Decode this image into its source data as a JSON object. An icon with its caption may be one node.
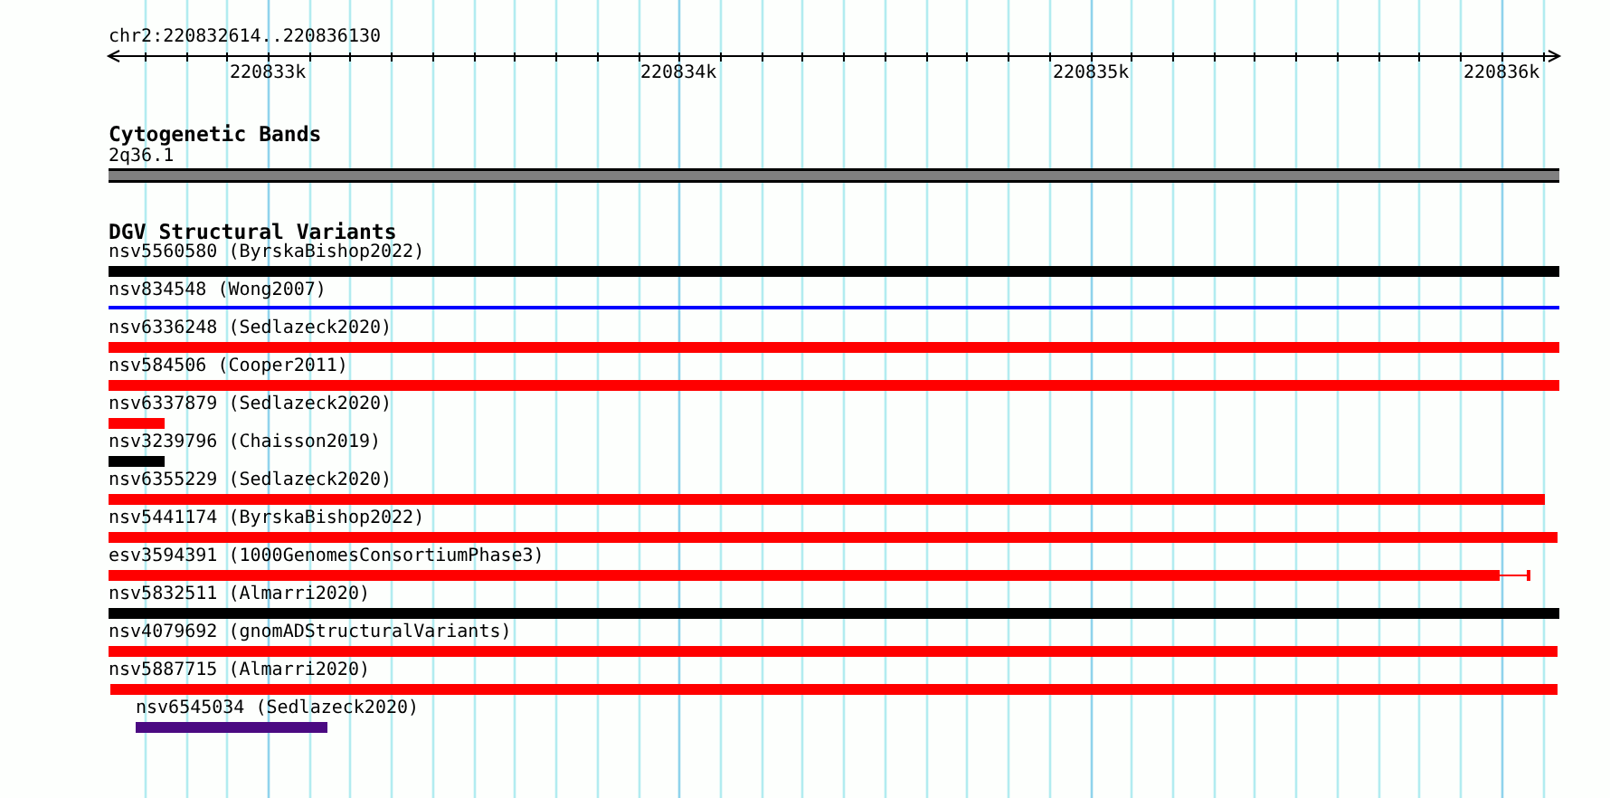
{
  "diagram": {
    "nodes": [
      {
        "text": [],
        "shape": "bar",
        "beside": [
          "2q36.1"
        ]
      },
      {
        "text": [],
        "shape": "bar",
        "beside": [
          "nsv5560580 (ByrskaBishop2022)"
        ]
      },
      {
        "text": [],
        "shape": "bar",
        "beside": [
          "nsv834548 (Wong2007)"
        ]
      },
      {
        "text": [],
        "shape": "bar",
        "beside": [
          "nsv6336248 (Sedlazeck2020)"
        ]
      },
      {
        "text": [],
        "shape": "bar",
        "beside": [
          "nsv584506 (Cooper2011)"
        ]
      },
      {
        "text": [],
        "shape": "bar",
        "beside": [
          "nsv6337879 (Sedlazeck2020)"
        ]
      },
      {
        "text": [],
        "shape": "bar",
        "beside": [
          "nsv3239796 (Chaisson2019)"
        ]
      },
      {
        "text": [],
        "shape": "bar",
        "beside": [
          "nsv6355229 (Sedlazeck2020)"
        ]
      },
      {
        "text": [],
        "shape": "bar",
        "beside": [
          "nsv5441174 (ByrskaBishop2022)"
        ]
      },
      {
        "text": [],
        "shape": "bar",
        "beside": [
          "esv3594391 (1000GenomesConsortiumPhase3)"
        ]
      },
      {
        "text": [],
        "shape": "bar",
        "beside": [
          "nsv5832511 (Almarri2020)"
        ]
      },
      {
        "text": [],
        "shape": "bar",
        "beside": [
          "nsv4079692 (gnomADStructuralVariants)"
        ]
      },
      {
        "text": [],
        "shape": "bar",
        "beside": [
          "nsv5887715 (Almarri2020)"
        ]
      },
      {
        "text": [],
        "shape": "bar",
        "beside": [
          "nsv6545034 (Sedlazeck2020)"
        ]
      }
    ],
    "labels": [
      "chr2:220832614..220836130",
      "220833k",
      "220834k",
      "220835k",
      "220836k",
      "Cytogenetic Bands",
      "DGV Structural Variants"
    ]
  }
}
